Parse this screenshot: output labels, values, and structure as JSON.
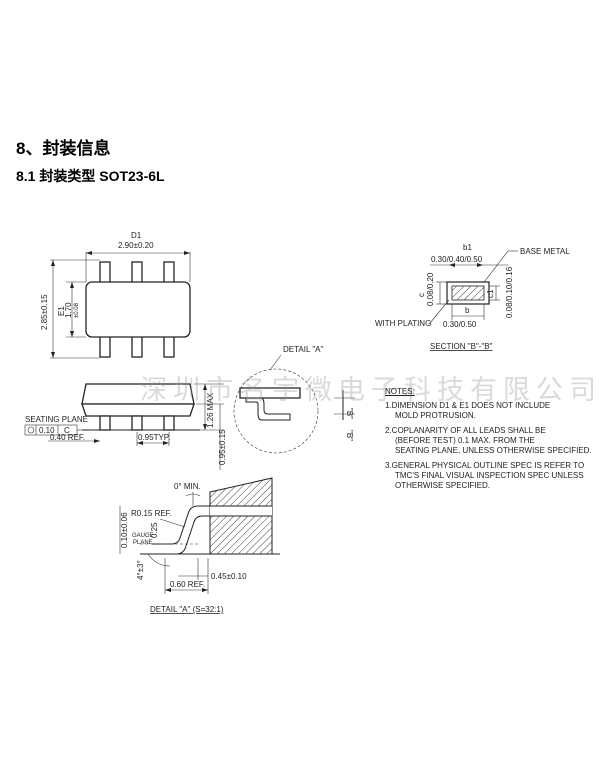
{
  "section_title": "8、封装信息",
  "subsection_title": "8.1  封装类型 SOT23-6L",
  "watermark": "深圳市名宇微电子科技有限公司",
  "top_view": {
    "d1_label": "D1",
    "d1_value": "2.90±0.20",
    "total_width": "2.85±0.15",
    "e1_label": "E1",
    "e1_value": "1.70",
    "e1_note": "±0.08"
  },
  "side_view": {
    "seating_plane": "SEATING PLANE",
    "flatness": "0.10",
    "datum": "C",
    "lead_offset": "0.40 REF.",
    "pitch": "0.95TYP.",
    "max_height": "1.26 MAX",
    "body_height": "0.95±0.15",
    "detail_ref": "DETAIL \"A\""
  },
  "section_view": {
    "b1_label": "b1",
    "b1_value": "0.30/0.40/0.50",
    "base_metal": "BASE METAL",
    "c_label": "c",
    "c_value": "0.08/0.20",
    "c1_label": "c1",
    "c1_value": "0.08/0.10/0.16",
    "b_label": "b",
    "b_value": "0.30/0.50",
    "with_plating": "WITH PLATING",
    "caption": "SECTION \"B\"-\"B\""
  },
  "detail_view": {
    "min_angle": "0° MIN.",
    "radius": "R0.15 REF.",
    "lead_height": "0.10±0.06",
    "gauge_value": "0.25",
    "gauge_label_1": "GAUGE",
    "gauge_label_2": "PLANE",
    "angle": "4°±3°",
    "lead_length": "0.60 REF.",
    "foot_length": "0.45±0.10",
    "caption": "DETAIL \"A\" (S=32:1)"
  },
  "notes": {
    "title": "NOTES:",
    "items": [
      [
        "1.DIMENSION D1 & E1 DOES NOT INCLUDE",
        "MOLD PROTRUSION."
      ],
      [
        "2.COPLANARITY OF ALL LEADS SHALL BE",
        "(BEFORE TEST) 0.1 MAX. FROM THE",
        "SEATING PLANE, UNLESS OTHERWISE SPECIFIED."
      ],
      [
        "3.GENERAL PHYSICAL OUTLINE SPEC IS REFER TO",
        "TMC'S FINAL VISUAL INSPECTION SPEC UNLESS",
        "OTHERWISE SPECIFIED."
      ]
    ]
  }
}
